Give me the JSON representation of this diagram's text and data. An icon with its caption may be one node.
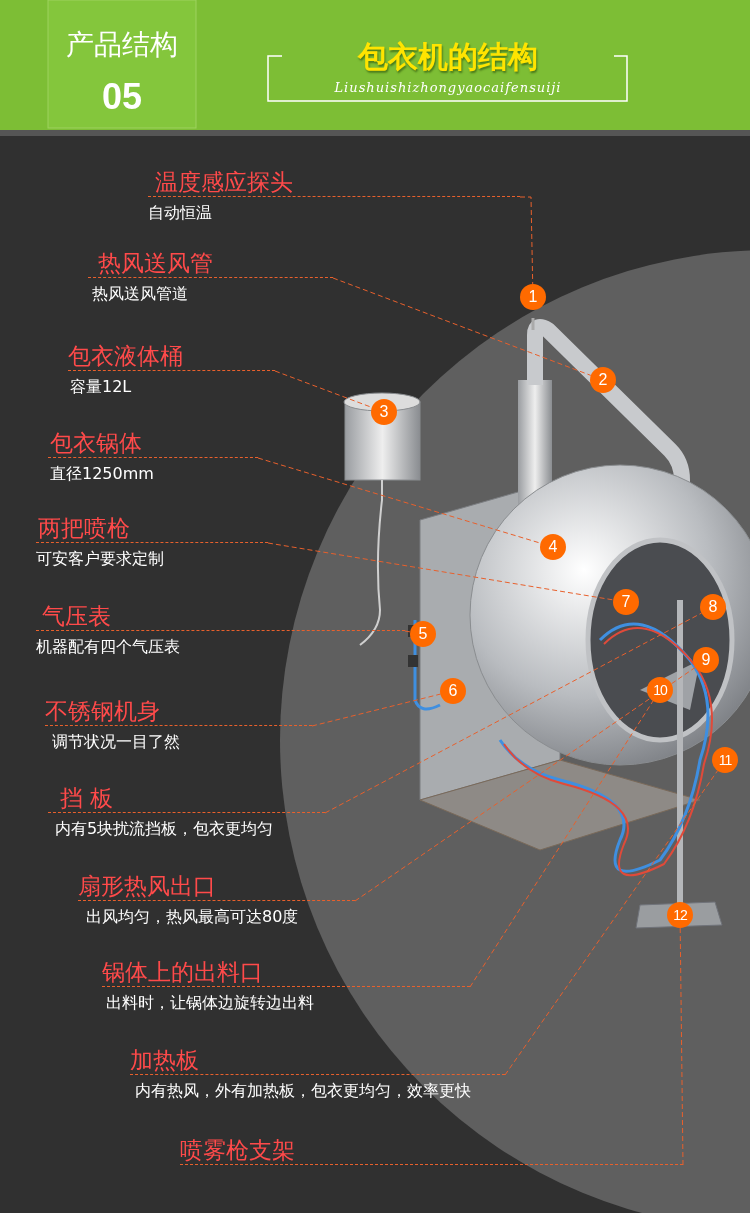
{
  "diagram": {
    "title": "包衣机的结构",
    "nodes": [
      {
        "text": [
          "温度感应探头",
          "自动恒温"
        ]
      },
      {
        "text": [
          "热风送风管",
          "热风送风管道"
        ]
      },
      {
        "text": [
          "包衣液体桶",
          "容量12L"
        ]
      },
      {
        "text": [
          "包衣锅体",
          "直径1250mm"
        ]
      },
      {
        "text": [
          "两把喷枪",
          "可安客户要求定制"
        ]
      },
      {
        "text": [
          "气压表",
          "机器配有四个气压表"
        ]
      },
      {
        "text": [
          "不锈钢机身",
          "调节状况一目了然"
        ]
      },
      {
        "text": [
          "挡  板",
          "内有5块扰流挡板，包衣更均匀"
        ]
      },
      {
        "text": [
          "扇形热风出口",
          "出风均匀，热风最高可达80度"
        ]
      },
      {
        "text": [
          "锅体上的出料口",
          "出料时，让锅体边旋转边出料"
        ]
      },
      {
        "text": [
          "加热板",
          "内有热风，外有加热板，包衣更均匀，效率更快"
        ]
      },
      {
        "text": [
          "喷雾枪支架"
        ]
      },
      {
        "text": [
          "1"
        ]
      },
      {
        "text": [
          "2"
        ]
      },
      {
        "text": [
          "3"
        ]
      },
      {
        "text": [
          "4"
        ]
      },
      {
        "text": [
          "5"
        ]
      },
      {
        "text": [
          "6"
        ]
      },
      {
        "text": [
          "7"
        ]
      },
      {
        "text": [
          "8"
        ]
      },
      {
        "text": [
          "9"
        ]
      },
      {
        "text": [
          "10"
        ]
      },
      {
        "text": [
          "11"
        ]
      },
      {
        "text": [
          "12"
        ]
      }
    ],
    "edges": [
      {
        "from": 0,
        "to": 12,
        "arrow": "none",
        "style": "dashed"
      },
      {
        "from": 1,
        "to": 13,
        "arrow": "none",
        "style": "dashed"
      },
      {
        "from": 2,
        "to": 14,
        "arrow": "none",
        "style": "dashed"
      },
      {
        "from": 3,
        "to": 15,
        "arrow": "none",
        "style": "dashed"
      },
      {
        "from": 4,
        "to": 18,
        "arrow": "none",
        "style": "dashed"
      },
      {
        "from": 5,
        "to": 16,
        "arrow": "none",
        "style": "dashed"
      },
      {
        "from": 6,
        "to": 17,
        "arrow": "none",
        "style": "dashed"
      },
      {
        "from": 7,
        "to": 19,
        "arrow": "none",
        "style": "dashed"
      },
      {
        "from": 8,
        "to": 20,
        "arrow": "none",
        "style": "dashed"
      },
      {
        "from": 9,
        "to": 21,
        "arrow": "none",
        "style": "dashed"
      },
      {
        "from": 10,
        "to": 22,
        "arrow": "none",
        "style": "dashed"
      },
      {
        "from": 11,
        "to": 23,
        "arrow": "none",
        "style": "dashed"
      }
    ],
    "labels": [
      "产品结构",
      "05",
      "Liushuishizhongyaocaifensuiji"
    ]
  }
}
